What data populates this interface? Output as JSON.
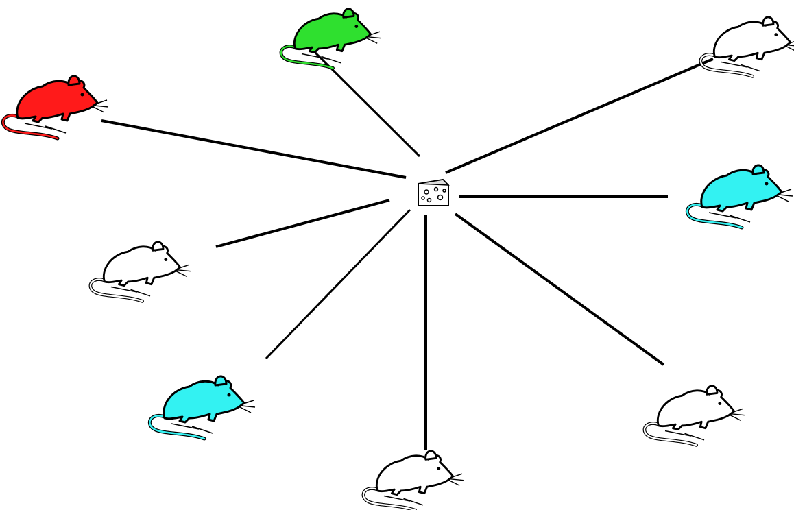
{
  "center": {
    "icon": "cheese-icon",
    "fill": "#ffffff",
    "stroke": "#000000"
  },
  "mice": [
    {
      "id": "top",
      "color": "#2fe02f",
      "icon": "mouse-icon"
    },
    {
      "id": "top-left",
      "color": "#ff1a1a",
      "icon": "mouse-icon"
    },
    {
      "id": "top-right",
      "color": "#ffffff",
      "icon": "mouse-icon"
    },
    {
      "id": "right",
      "color": "#33f2f2",
      "icon": "mouse-icon"
    },
    {
      "id": "left",
      "color": "#ffffff",
      "icon": "mouse-icon"
    },
    {
      "id": "bottom-left",
      "color": "#33f2f2",
      "icon": "mouse-icon"
    },
    {
      "id": "bottom",
      "color": "#ffffff",
      "icon": "mouse-icon"
    },
    {
      "id": "bottom-right",
      "color": "#ffffff",
      "icon": "mouse-icon"
    }
  ],
  "edges": [
    {
      "from": "cheese",
      "to": "top"
    },
    {
      "from": "cheese",
      "to": "top-left"
    },
    {
      "from": "cheese",
      "to": "top-right"
    },
    {
      "from": "cheese",
      "to": "right"
    },
    {
      "from": "cheese",
      "to": "left"
    },
    {
      "from": "cheese",
      "to": "bottom-left"
    },
    {
      "from": "cheese",
      "to": "bottom"
    },
    {
      "from": "cheese",
      "to": "bottom-right"
    }
  ]
}
